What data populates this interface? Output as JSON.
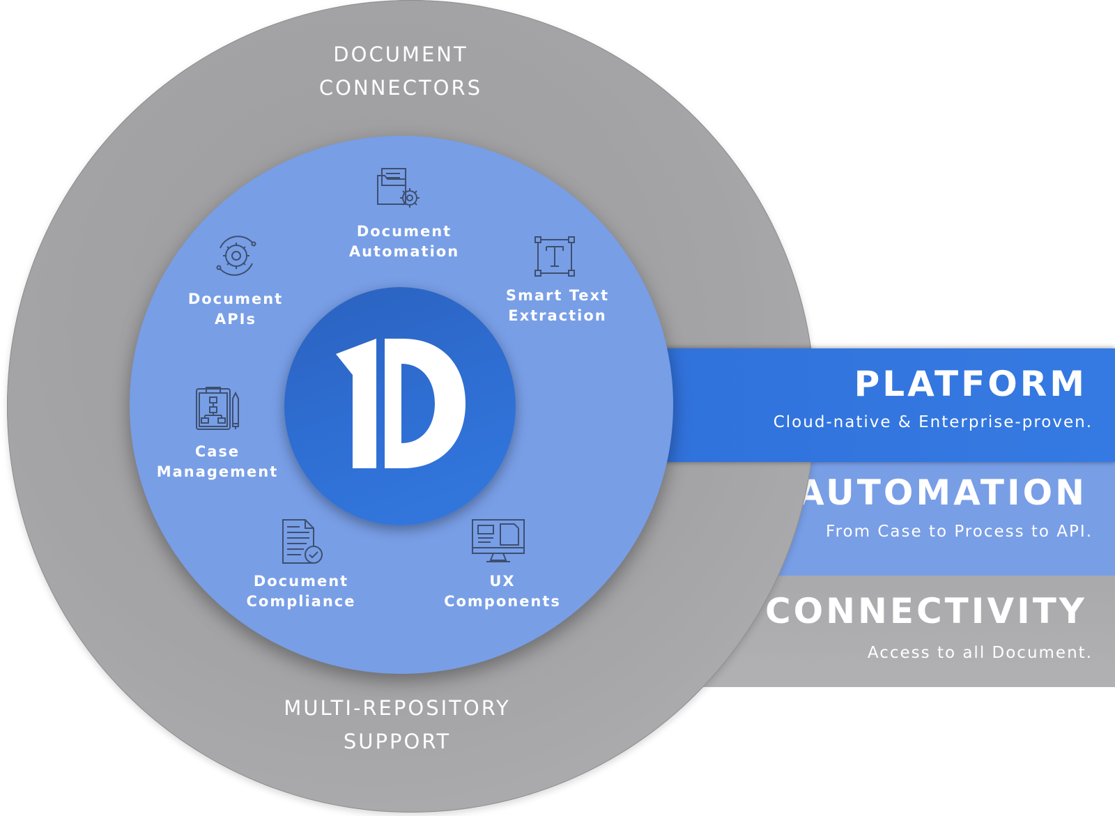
{
  "outer_ring": {
    "top_line1": "DOCUMENT",
    "top_line2": "CONNECTORS",
    "bottom_line1": "MULTI-REPOSITORY",
    "bottom_line2": "SUPPORT"
  },
  "features": [
    {
      "line1": "Document",
      "line2": "Automation",
      "icon": "folder-gear-icon"
    },
    {
      "line1": "Smart Text",
      "line2": "Extraction",
      "icon": "text-frame-icon"
    },
    {
      "line1": "Document",
      "line2": "APIs",
      "icon": "gear-cycle-icon"
    },
    {
      "line1": "Case",
      "line2": "Management",
      "icon": "clipboard-flowchart-icon"
    },
    {
      "line1": "Document",
      "line2": "Compliance",
      "icon": "document-check-icon"
    },
    {
      "line1": "UX",
      "line2": "Components",
      "icon": "monitor-layout-icon"
    }
  ],
  "bands": [
    {
      "title": "PLATFORM",
      "subtitle": "Cloud-native & Enterprise-proven.",
      "color": "#3278e0"
    },
    {
      "title": "AUTOMATION",
      "subtitle": "From Case to Process to API.",
      "color": "#789ee6"
    },
    {
      "title": "CONNECTIVITY",
      "subtitle": "Access to all Document.",
      "color": "#aaaaac"
    }
  ],
  "colors": {
    "outer_gray": "#a4a4a6",
    "middle_blue": "#789ee6",
    "center_blue": "#2f6fd4",
    "icon_stroke": "#3d4f6e",
    "text": "#ffffff"
  }
}
